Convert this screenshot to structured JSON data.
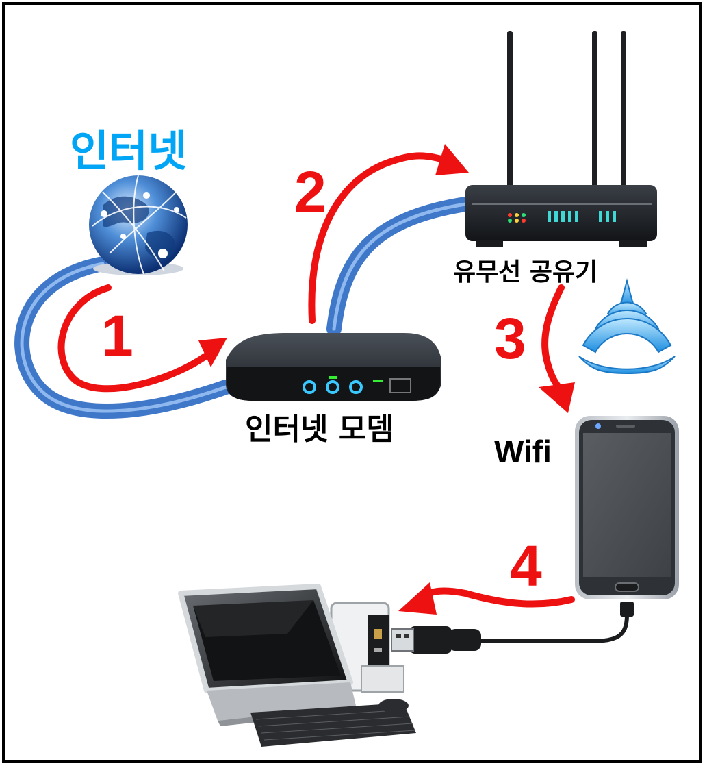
{
  "labels": {
    "internet": "인터넷",
    "modem": "인터넷 모뎀",
    "router": "유무선 공유기",
    "wifi": "Wifi"
  },
  "steps": [
    "1",
    "2",
    "3",
    "4"
  ],
  "icons": {
    "globe": "globe-icon",
    "modem": "modem-icon",
    "router": "router-icon",
    "wifi": "wifi-signal-icon",
    "phone": "smartphone-icon",
    "computer": "desktop-computer-icon"
  },
  "colors": {
    "arrow": "#ee1111",
    "cable": "#3f78c9",
    "internet_label": "#00a6f5"
  }
}
